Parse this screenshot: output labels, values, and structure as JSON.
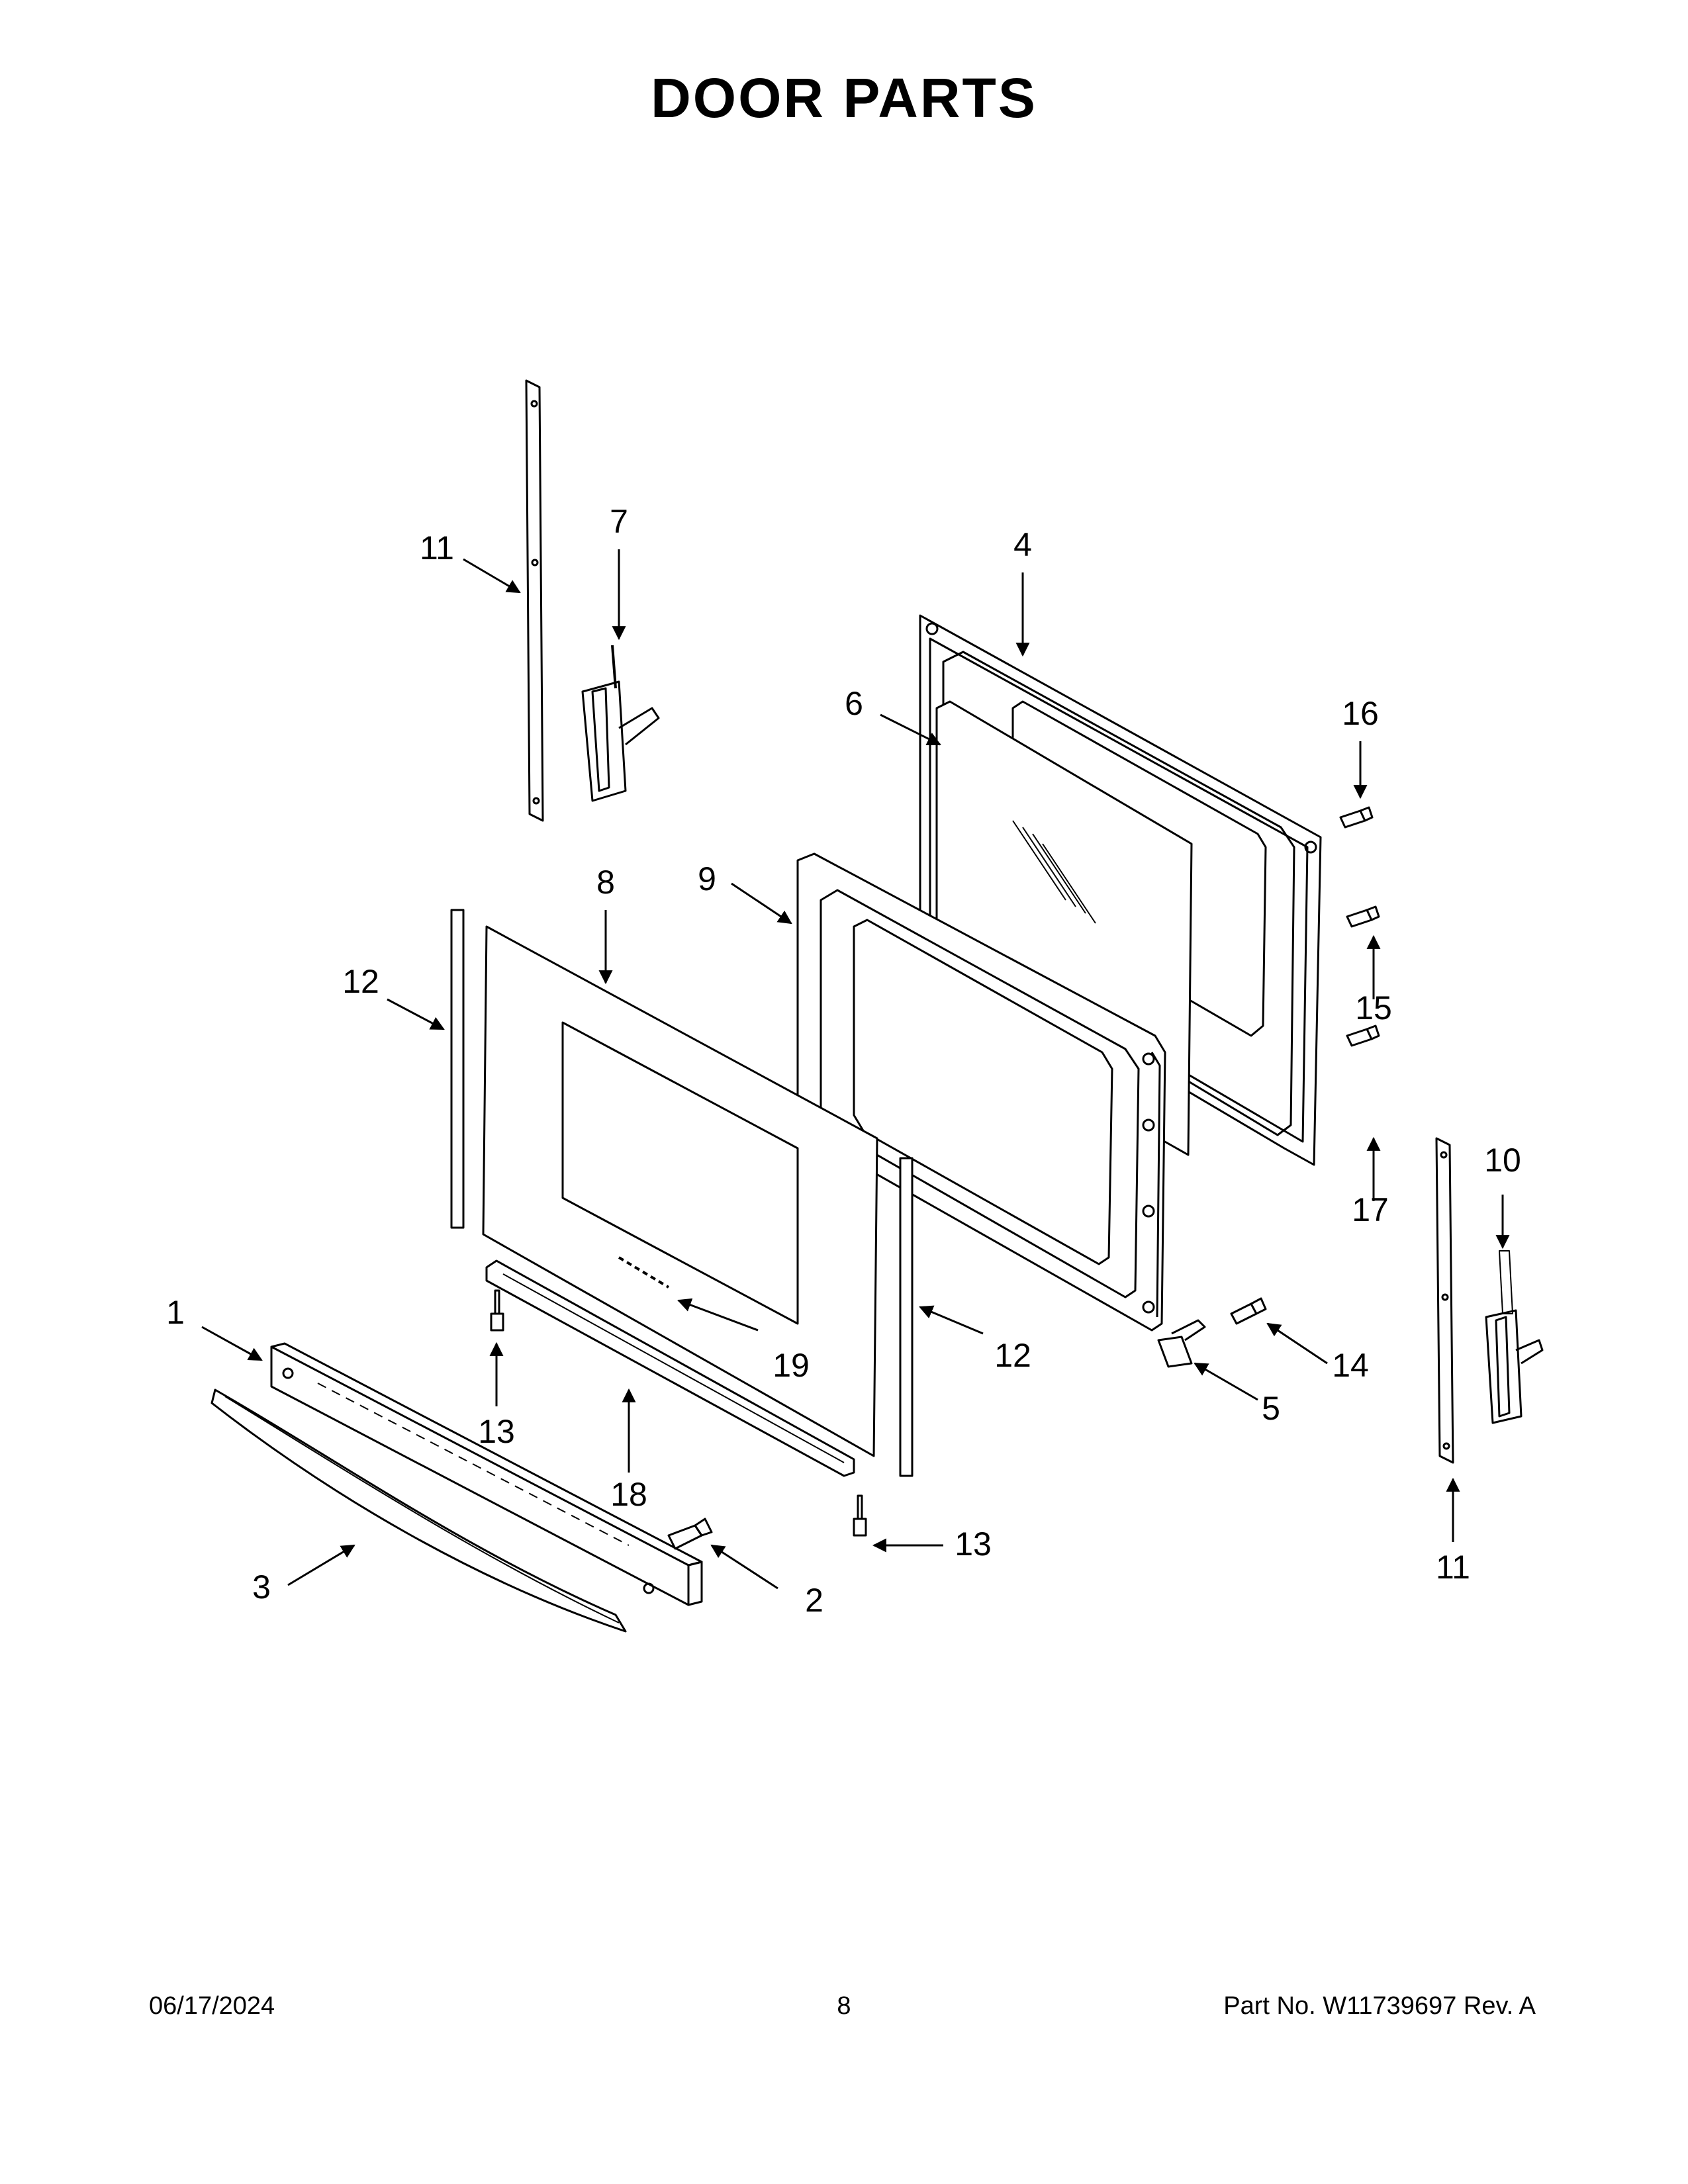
{
  "title": "DOOR PARTS",
  "callouts": {
    "c1": "1",
    "c2": "2",
    "c3": "3",
    "c4": "4",
    "c5": "5",
    "c6": "6",
    "c7": "7",
    "c8": "8",
    "c9": "9",
    "c10": "10",
    "c11a": "11",
    "c11b": "11",
    "c12a": "12",
    "c12b": "12",
    "c13a": "13",
    "c13b": "13",
    "c14": "14",
    "c15": "15",
    "c16": "16",
    "c17": "17",
    "c18": "18",
    "c19": "19"
  },
  "footer": {
    "date": "06/17/2024",
    "page": "8",
    "part_number": "Part No.  W11739697  Rev.  A"
  }
}
